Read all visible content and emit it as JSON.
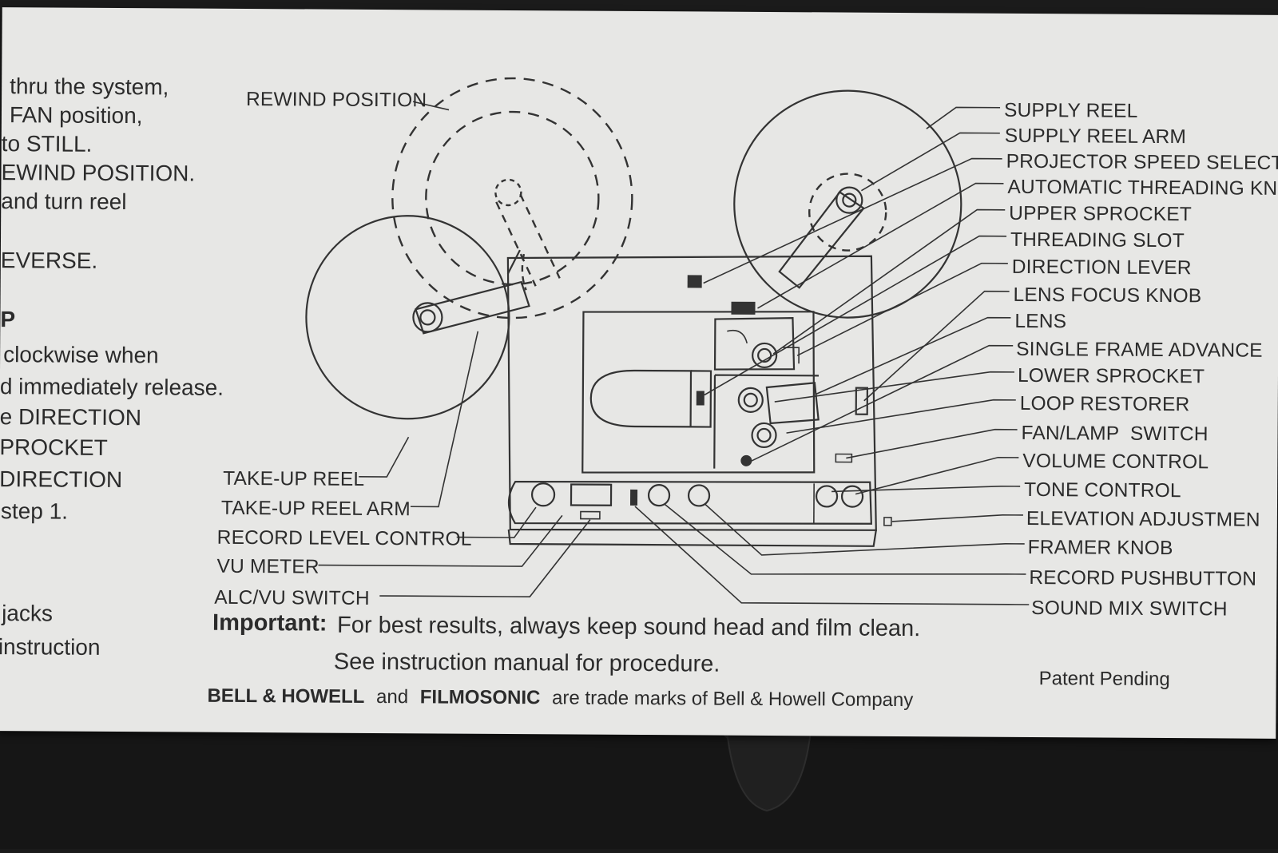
{
  "left_column": [
    "thru the system,",
    "FAN position,",
    "to STILL.",
    "EWIND POSITION.",
    "and turn reel",
    "EVERSE.",
    "P",
    "clockwise when",
    "d immediately release.",
    "e DIRECTION",
    "PROCKET",
    "DIRECTION",
    "step 1.",
    "jacks",
    "instruction"
  ],
  "left_labels": {
    "rewind_position": "REWIND POSITION",
    "take_up_reel": "TAKE-UP REEL",
    "take_up_reel_arm": "TAKE-UP REEL ARM",
    "record_level_control": "RECORD LEVEL CONTROL",
    "vu_meter": "VU METER",
    "alc_vu_switch": "ALC/VU SWITCH"
  },
  "right_labels": [
    "SUPPLY REEL",
    "SUPPLY REEL ARM",
    "PROJECTOR SPEED SELECTO",
    "AUTOMATIC THREADING KN",
    "UPPER SPROCKET",
    "THREADING SLOT",
    "DIRECTION LEVER",
    "LENS FOCUS KNOB",
    "LENS",
    "SINGLE FRAME ADVANCE",
    "LOWER SPROCKET",
    "LOOP RESTORER",
    "FAN/LAMP  SWITCH",
    "VOLUME CONTROL",
    "TONE CONTROL",
    "ELEVATION ADJUSTMEN",
    "FRAMER KNOB",
    "RECORD PUSHBUTTON",
    "SOUND MIX SWITCH"
  ],
  "important": {
    "prefix": "Important:",
    "line1": "For best results, always keep sound head and film clean.",
    "line2": "See instruction manual for procedure."
  },
  "footer": {
    "brand1": "BELL & HOWELL",
    "and": "and",
    "brand2": "FILMOSONIC",
    "rest": "are trade marks of Bell & Howell Company",
    "patent": "Patent Pending"
  }
}
